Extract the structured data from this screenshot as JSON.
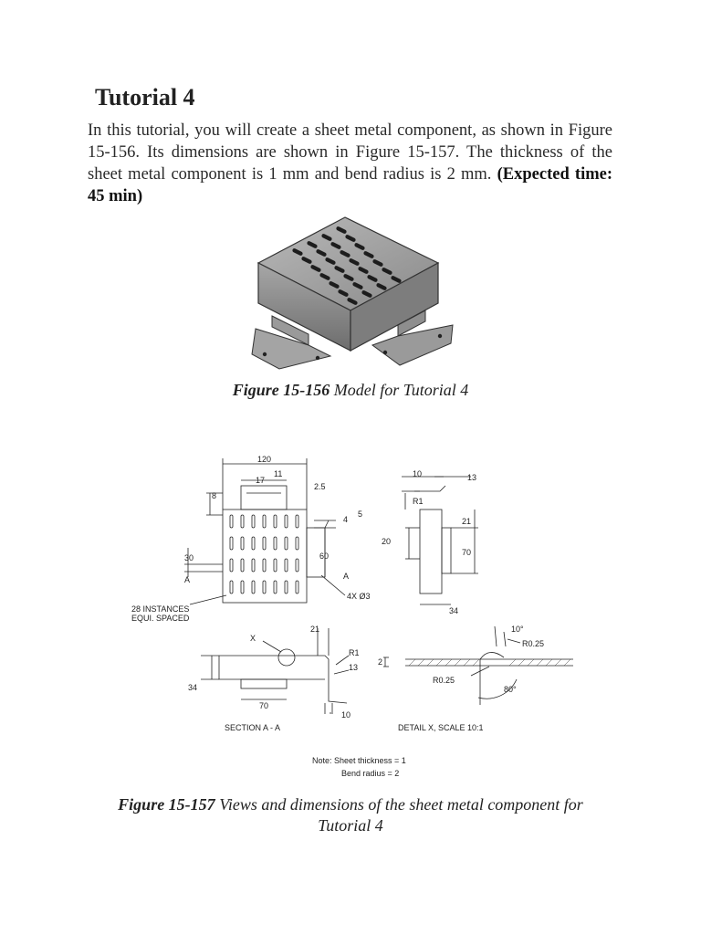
{
  "heading": "Tutorial 4",
  "intro": {
    "text": "In this tutorial, you will create a sheet metal component, as shown in Figure 15-156. Its dimensions are shown in Figure 15-157. The thickness of the sheet metal component is 1 mm and bend radius is 2 mm. ",
    "bold": "(Expected time: 45 min)"
  },
  "figure1": {
    "number": "Figure 15-156",
    "caption": " Model for Tutorial 4"
  },
  "figure2": {
    "number": "Figure 15-157",
    "caption_line1": " Views and dimensions of the sheet metal component for",
    "caption_line2": "Tutorial 4"
  },
  "drawing_labels": {
    "dim_120": "120",
    "dim_11": "11",
    "dim_17": "17",
    "dim_2_5": "2.5",
    "dim_8": "8",
    "dim_4": "4",
    "dim_5": "5",
    "dim_30": "30",
    "dim_60": "60",
    "dim_a_left": "A",
    "dim_a_right": "A",
    "holes": "4X Ø3",
    "instances_1": "28 INSTANCES",
    "instances_2": "EQUI. SPACED",
    "dim_10": "10",
    "dim_13": "13",
    "r1": "R1",
    "dim_21": "21",
    "dim_20": "20",
    "dim_70": "70",
    "dim_34": "34",
    "x_label": "X",
    "sec_21": "21",
    "sec_r1": "R1",
    "sec_13": "13",
    "sec_34": "34",
    "sec_70": "70",
    "sec_10": "10",
    "section_title": "SECTION  A - A",
    "det_10deg": "10°",
    "det_r025a": "R0.25",
    "det_2": "2",
    "det_r025b": "R0.25",
    "det_80": "80°",
    "detail_title": "DETAIL  X,  SCALE 10:1",
    "note_1": "Note:  Sheet thickness   =  1",
    "note_2": "Bend radius       =  2"
  }
}
